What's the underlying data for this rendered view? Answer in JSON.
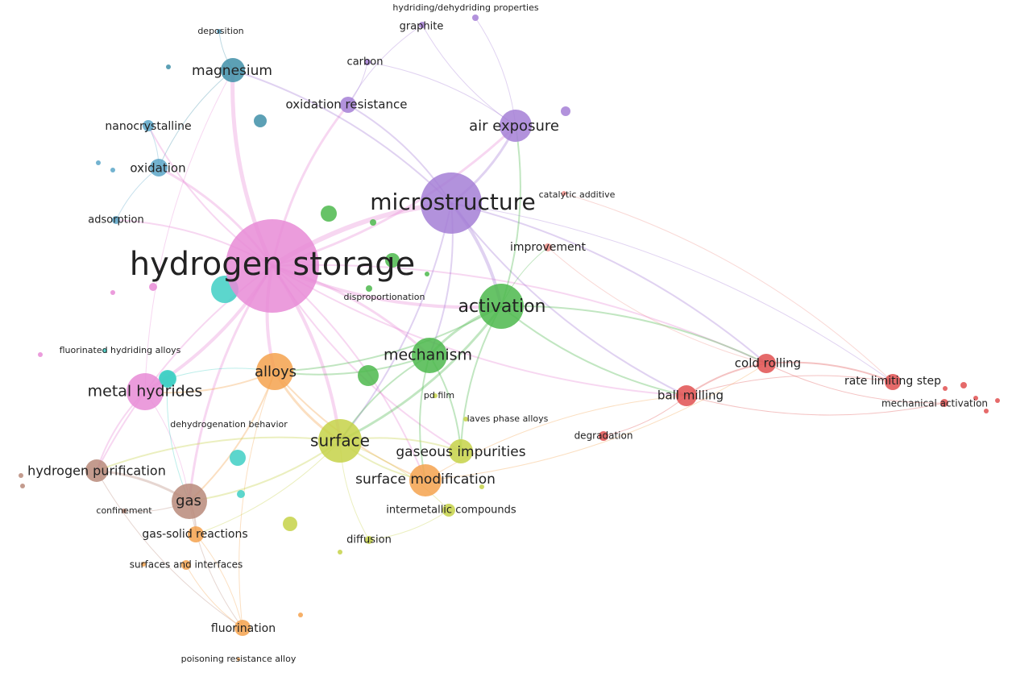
{
  "nodes": [
    {
      "id": "hydrogen_storage",
      "label": "hydrogen storage",
      "color": "#e78bd6"
    },
    {
      "id": "microstructure",
      "label": "microstructure",
      "color": "#a57fd6"
    },
    {
      "id": "activation",
      "label": "activation",
      "color": "#4cb84c"
    },
    {
      "id": "mechanism",
      "label": "mechanism",
      "color": "#4cb84c"
    },
    {
      "id": "air_exposure",
      "label": "air exposure",
      "color": "#a57fd6"
    },
    {
      "id": "oxidation_resistance",
      "label": "oxidation resistance",
      "color": "#a57fd6"
    },
    {
      "id": "carbon",
      "label": "carbon",
      "color": "#a57fd6"
    },
    {
      "id": "graphite",
      "label": "graphite",
      "color": "#a57fd6"
    },
    {
      "id": "hydriding_props",
      "label": "hydriding/dehydriding properties",
      "color": "#a57fd6"
    },
    {
      "id": "catalytic_additive",
      "label": "catalytic additive",
      "color": "#ee8e88"
    },
    {
      "id": "improvement",
      "label": "improvement",
      "color": "#ee8e88"
    },
    {
      "id": "magnesium",
      "label": "magnesium",
      "color": "#3f8fa8"
    },
    {
      "id": "deposition",
      "label": "deposition",
      "color": "#5aa6c8"
    },
    {
      "id": "nanocrystalline",
      "label": "nanocrystalline",
      "color": "#5aa6c8"
    },
    {
      "id": "oxidation",
      "label": "oxidation",
      "color": "#5aa6c8"
    },
    {
      "id": "adsorption",
      "label": "adsorption",
      "color": "#5aa6c8"
    },
    {
      "id": "disproportionation",
      "label": "disproportionation",
      "color": "#4cb84c"
    },
    {
      "id": "fluorinated",
      "label": "fluorinated hydriding alloys",
      "color": "#3fcfc4"
    },
    {
      "id": "metal_hydrides",
      "label": "metal hydrides",
      "color": "#e78bd6"
    },
    {
      "id": "alloys",
      "label": "alloys",
      "color": "#f4a24e"
    },
    {
      "id": "dehydrogenation",
      "label": "dehydrogenation behavior",
      "color": "#3fcfc4"
    },
    {
      "id": "surface",
      "label": "surface",
      "color": "#c6d248"
    },
    {
      "id": "pd_film",
      "label": "pd film",
      "color": "#c6d248"
    },
    {
      "id": "laves",
      "label": "laves phase alloys",
      "color": "#c6d248"
    },
    {
      "id": "gaseous_impurities",
      "label": "gaseous impurities",
      "color": "#c6d248"
    },
    {
      "id": "surface_modification",
      "label": "surface modification",
      "color": "#f4a24e"
    },
    {
      "id": "intermetallic",
      "label": "intermetallic compounds",
      "color": "#c6d248"
    },
    {
      "id": "diffusion",
      "label": "diffusion",
      "color": "#c6d248"
    },
    {
      "id": "hydrogen_purification",
      "label": "hydrogen purification",
      "color": "#b88a7a"
    },
    {
      "id": "gas",
      "label": "gas",
      "color": "#b88a7a"
    },
    {
      "id": "confinement",
      "label": "confinement",
      "color": "#b88a7a"
    },
    {
      "id": "gas_solid",
      "label": "gas-solid reactions",
      "color": "#f4a24e"
    },
    {
      "id": "surfaces_interfaces",
      "label": "surfaces and interfaces",
      "color": "#f4a24e"
    },
    {
      "id": "fluorination",
      "label": "fluorination",
      "color": "#f4a24e"
    },
    {
      "id": "poisoning",
      "label": "poisoning resistance alloy",
      "color": "#f4a24e"
    },
    {
      "id": "cold_rolling",
      "label": "cold rolling",
      "color": "#e05050"
    },
    {
      "id": "ball_milling",
      "label": "ball milling",
      "color": "#e05050"
    },
    {
      "id": "degradation",
      "label": "degradation",
      "color": "#e05050"
    },
    {
      "id": "rate_limiting",
      "label": "rate limiting step",
      "color": "#e05050"
    },
    {
      "id": "mechanical_activation",
      "label": "mechanical activation",
      "color": "#e05050"
    }
  ]
}
